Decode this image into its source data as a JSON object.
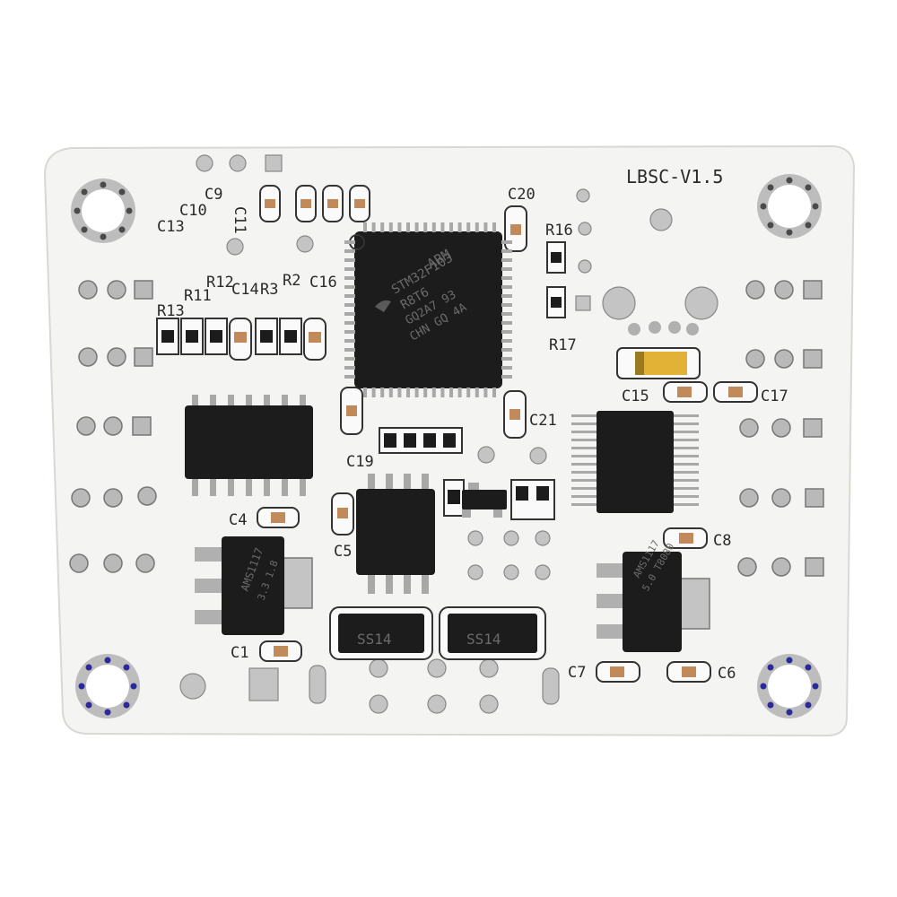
{
  "board": {
    "version_label": "LBSC-V1.5",
    "colors": {
      "substrate": "#f4f4f2",
      "silkscreen": "#2a2a2a",
      "ic_body": "#1c1c1c",
      "pad": "#b9b9b9",
      "smd_cap": "#c08a5a",
      "tantalum": "#e2b236",
      "hole_ring": "#9a9a9a",
      "via_blue": "#2a2a9a"
    }
  },
  "labels": {
    "c1": "C1",
    "c4": "C4",
    "c5": "C5",
    "c6": "C6",
    "c7": "C7",
    "c8": "C8",
    "c9": "C9",
    "c10": "C10",
    "c11": "C11",
    "c13": "C13",
    "c14": "C14",
    "c15": "C15",
    "c16": "C16",
    "c17": "C17",
    "c19": "C19",
    "c20": "C20",
    "c21": "C21",
    "r2": "R2",
    "r3": "R3",
    "r11": "R11",
    "r12": "R12",
    "r13": "R13",
    "r16": "R16",
    "r17": "R17"
  },
  "chips": {
    "mcu_line1": "ARM",
    "mcu_line2": "STM32F103",
    "mcu_line3": "R8T6",
    "mcu_line4": "GQ2A7 93",
    "mcu_line5": "CHN GQ 4A",
    "reg_left_line1": "AMS1117",
    "reg_left_line2": "3.3 1.8",
    "reg_right_line1": "AMS1117",
    "reg_right_line2": "5.0 T8080",
    "diode_left": "SS14",
    "diode_right": "SS14"
  },
  "icons": [
    "mounting-hole-icon",
    "st-logo-icon"
  ]
}
